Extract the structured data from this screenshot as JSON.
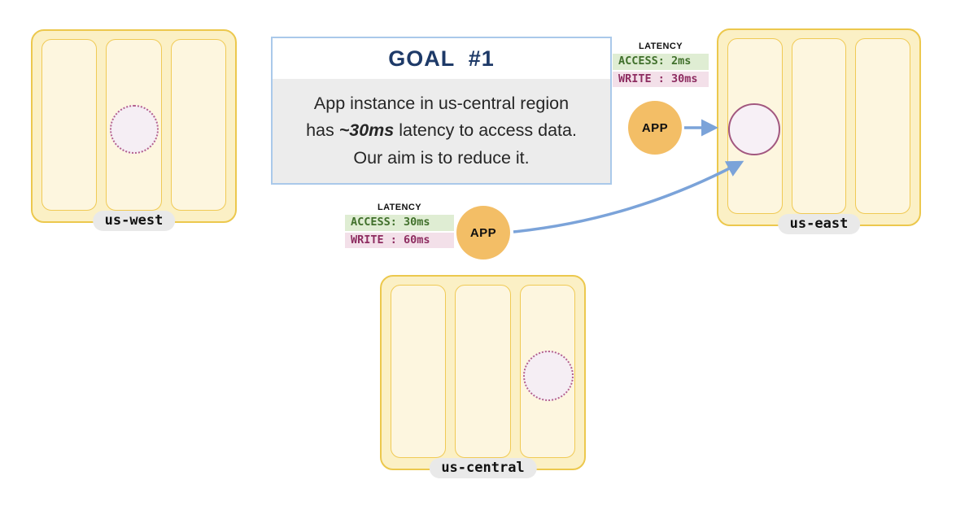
{
  "goal": {
    "title": "GOAL  #1",
    "line1": "App instance in us-central region",
    "line2_pre": "has ",
    "line2_emph": "~30ms",
    "line2_post": " latency to access data.",
    "line3": "Our aim is to reduce it."
  },
  "regions": {
    "us_west": {
      "label": "us-west"
    },
    "us_east": {
      "label": "us-east"
    },
    "us_central": {
      "label": "us-central"
    }
  },
  "app": {
    "label": "APP"
  },
  "latency_us_east": {
    "heading": "LATENCY",
    "access": "ACCESS: 2ms",
    "write": "WRITE : 30ms"
  },
  "latency_us_central": {
    "heading": "LATENCY",
    "access": "ACCESS: 30ms",
    "write": "WRITE : 60ms"
  },
  "colors": {
    "region_fill": "#fbf0c5",
    "region_border": "#ecc84d",
    "slot_fill": "#fdf6df",
    "app_node": "#f3be66",
    "arrow": "#7ba3d9",
    "access_bg": "#dfedd3",
    "access_text": "#41702c",
    "write_bg": "#f3e0e9",
    "write_text": "#8e2d61",
    "data_circle_border": "#a2577f",
    "data_circle_fill": "#f7f0f6",
    "goal_title": "#1e3a68",
    "goal_border": "#aac9ea",
    "goal_body_bg": "#ececec"
  }
}
